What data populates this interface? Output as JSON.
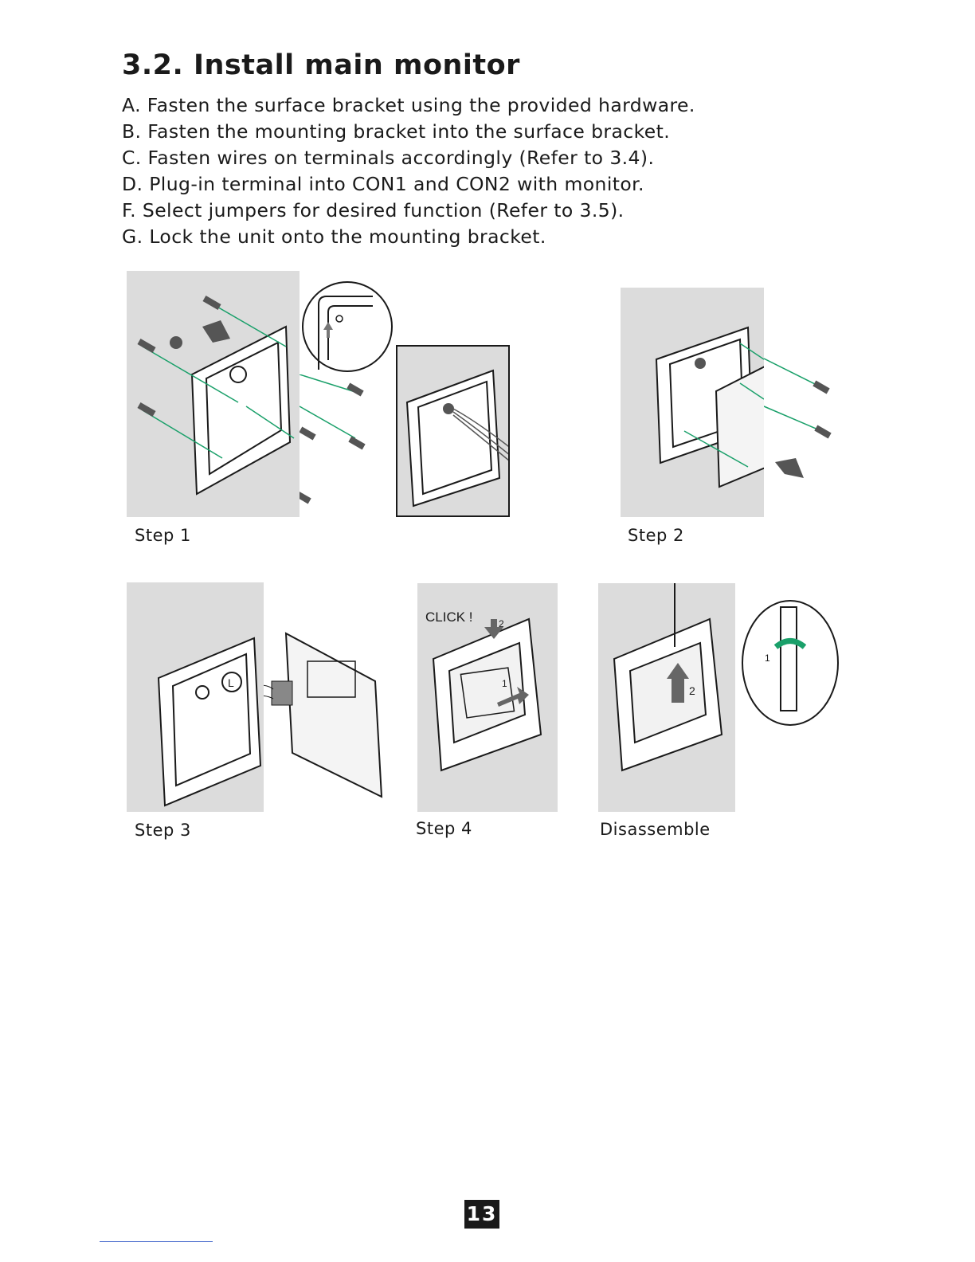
{
  "section": {
    "title": "3.2. Install main monitor"
  },
  "instructions": [
    "A. Fasten the surface bracket using the provided hardware.",
    "B. Fasten the mounting bracket into the surface bracket.",
    "C. Fasten wires on terminals accordingly (Refer to 3.4).",
    "D. Plug-in terminal into CON1 and CON2 with monitor.",
    "F. Select jumpers for desired function (Refer to 3.5).",
    "G. Lock the unit onto the mounting bracket."
  ],
  "figures": {
    "step1": {
      "caption": "Step 1"
    },
    "step2": {
      "caption": "Step 2"
    },
    "step3": {
      "caption": "Step 3",
      "marker": "L"
    },
    "step4": {
      "caption": "Step 4",
      "click_text": "CLICK !",
      "label1": "1",
      "label2": "2"
    },
    "disassemble": {
      "caption": "Disassemble",
      "label1": "1",
      "label2": "2"
    }
  },
  "footer": {
    "page_number": "13"
  },
  "colors": {
    "panel_bg": "#dcdcdc",
    "screw_line": "#1aa06a",
    "arrow": "#555555",
    "rotate_arrow": "#1aa06a"
  }
}
